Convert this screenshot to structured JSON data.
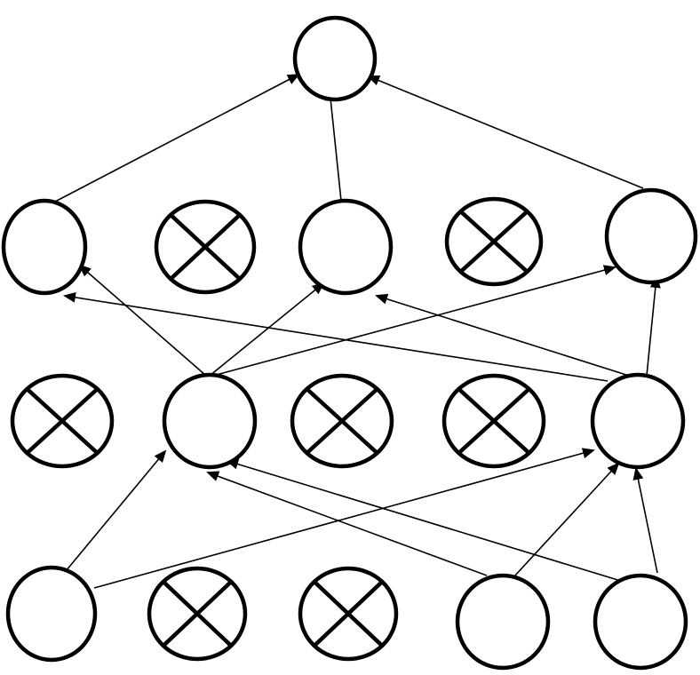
{
  "diagram": {
    "style": {
      "stroke_color": "#000000",
      "fill_color": "#ffffff"
    },
    "nodes": [
      {
        "id": "out",
        "layer": "output",
        "dropped": false
      },
      {
        "id": "h2_1",
        "layer": "hidden-2",
        "dropped": false
      },
      {
        "id": "h2_2",
        "layer": "hidden-2",
        "dropped": true
      },
      {
        "id": "h2_3",
        "layer": "hidden-2",
        "dropped": false
      },
      {
        "id": "h2_4",
        "layer": "hidden-2",
        "dropped": true
      },
      {
        "id": "h2_5",
        "layer": "hidden-2",
        "dropped": false
      },
      {
        "id": "h1_1",
        "layer": "hidden-1",
        "dropped": true
      },
      {
        "id": "h1_2",
        "layer": "hidden-1",
        "dropped": false
      },
      {
        "id": "h1_3",
        "layer": "hidden-1",
        "dropped": true
      },
      {
        "id": "h1_4",
        "layer": "hidden-1",
        "dropped": true
      },
      {
        "id": "h1_5",
        "layer": "hidden-1",
        "dropped": false
      },
      {
        "id": "in_1",
        "layer": "input",
        "dropped": false
      },
      {
        "id": "in_2",
        "layer": "input",
        "dropped": true
      },
      {
        "id": "in_3",
        "layer": "input",
        "dropped": true
      },
      {
        "id": "in_4",
        "layer": "input",
        "dropped": false
      },
      {
        "id": "in_5",
        "layer": "input",
        "dropped": false
      }
    ],
    "edges": [
      {
        "from": "in_1",
        "to": "h1_2"
      },
      {
        "from": "in_1",
        "to": "h1_5"
      },
      {
        "from": "in_4",
        "to": "h1_2"
      },
      {
        "from": "in_4",
        "to": "h1_5"
      },
      {
        "from": "in_5",
        "to": "h1_2"
      },
      {
        "from": "in_5",
        "to": "h1_5"
      },
      {
        "from": "h1_2",
        "to": "h2_1"
      },
      {
        "from": "h1_2",
        "to": "h2_3"
      },
      {
        "from": "h1_2",
        "to": "h2_5"
      },
      {
        "from": "h1_5",
        "to": "h2_1"
      },
      {
        "from": "h1_5",
        "to": "h2_3"
      },
      {
        "from": "h1_5",
        "to": "h2_5"
      },
      {
        "from": "h2_1",
        "to": "out"
      },
      {
        "from": "h2_3",
        "to": "out"
      },
      {
        "from": "h2_5",
        "to": "out"
      }
    ]
  }
}
